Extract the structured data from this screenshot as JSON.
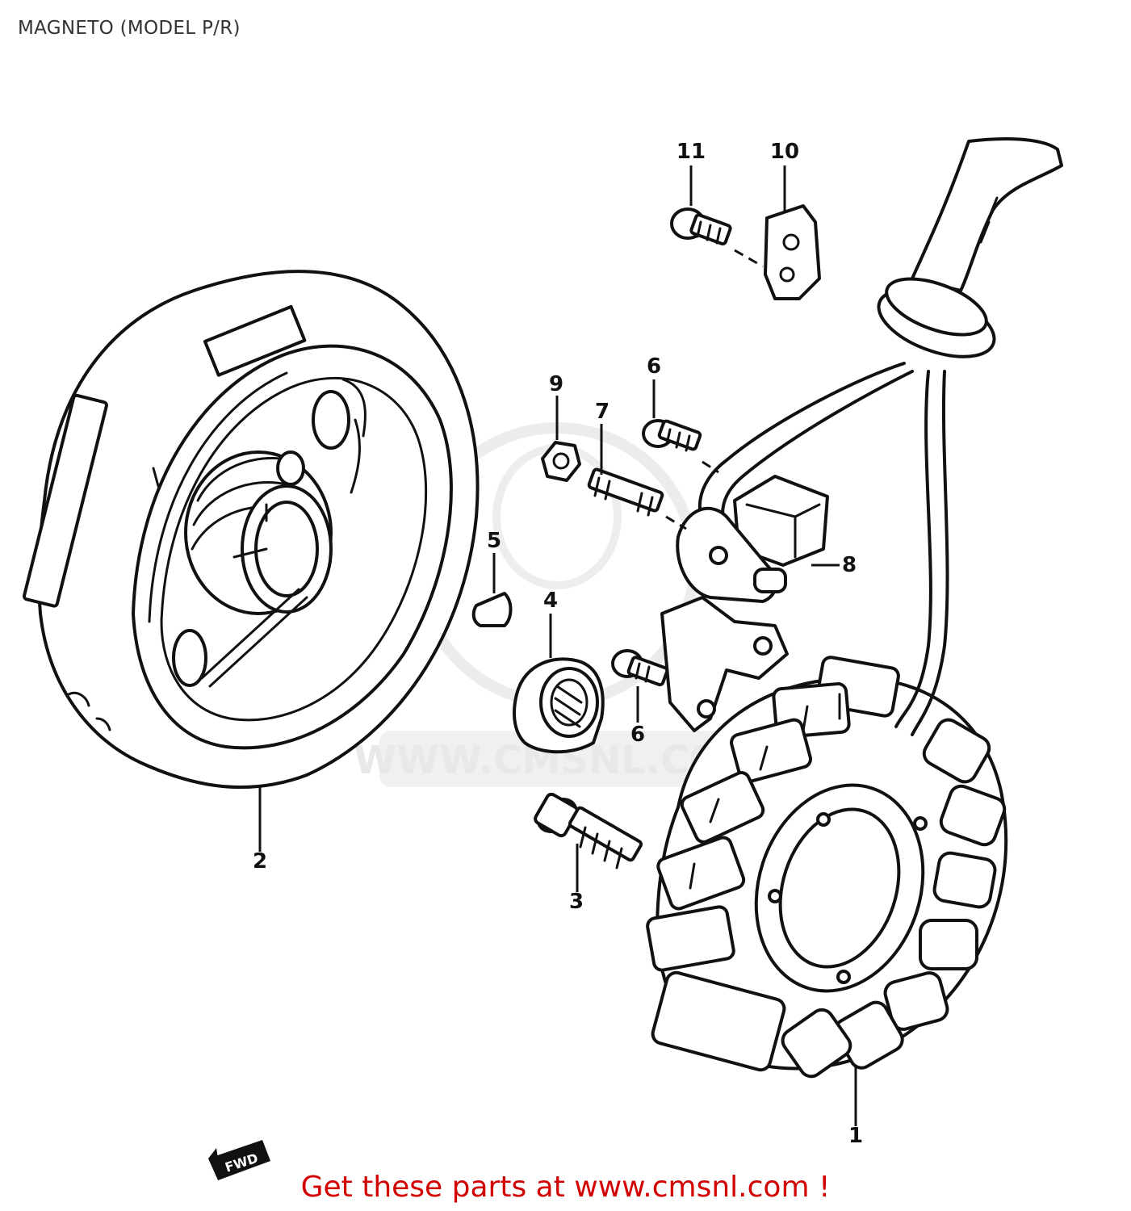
{
  "header": {
    "title": "MAGNETO (MODEL P/R)"
  },
  "parts": [
    {
      "ref": "1"
    },
    {
      "ref": "2"
    },
    {
      "ref": "3"
    },
    {
      "ref": "4"
    },
    {
      "ref": "5"
    },
    {
      "ref": "6"
    },
    {
      "ref": "6"
    },
    {
      "ref": "7"
    },
    {
      "ref": "8"
    },
    {
      "ref": "9"
    },
    {
      "ref": "10"
    },
    {
      "ref": "11"
    }
  ],
  "watermark": {
    "text": "WWW.CMSNL.COM"
  },
  "direction_marker": {
    "label": "FWD"
  },
  "footer": {
    "link_text": "Get these parts at www.cmsnl.com !"
  }
}
